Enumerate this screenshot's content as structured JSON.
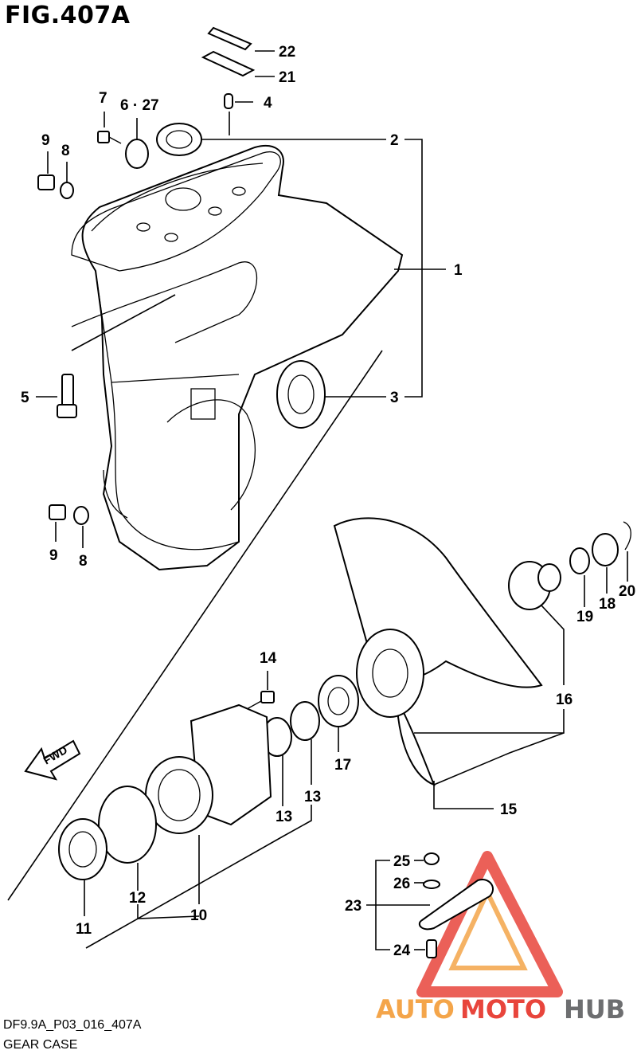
{
  "figure": {
    "title": "FIG.407A",
    "code": "DF9.9A_P03_016_407A",
    "caption": "GEAR CASE",
    "fwd_label": "FWD"
  },
  "callouts": [
    "1",
    "2",
    "3",
    "4",
    "5",
    "6 · 27",
    "7",
    "8",
    "8",
    "9",
    "9",
    "10",
    "11",
    "12",
    "13",
    "13",
    "14",
    "15",
    "16",
    "17",
    "18",
    "19",
    "20",
    "21",
    "22",
    "23",
    "24",
    "25",
    "26"
  ],
  "watermark": {
    "part1": "AUTO",
    "part2": "MOTO",
    "part3": "HUB",
    "colors": {
      "auto": "#f4a54a",
      "moto": "#e8453c",
      "hub": "#6d6e70"
    }
  },
  "icons": [
    "fwd-arrow-icon",
    "watermark-triangle-icon"
  ]
}
